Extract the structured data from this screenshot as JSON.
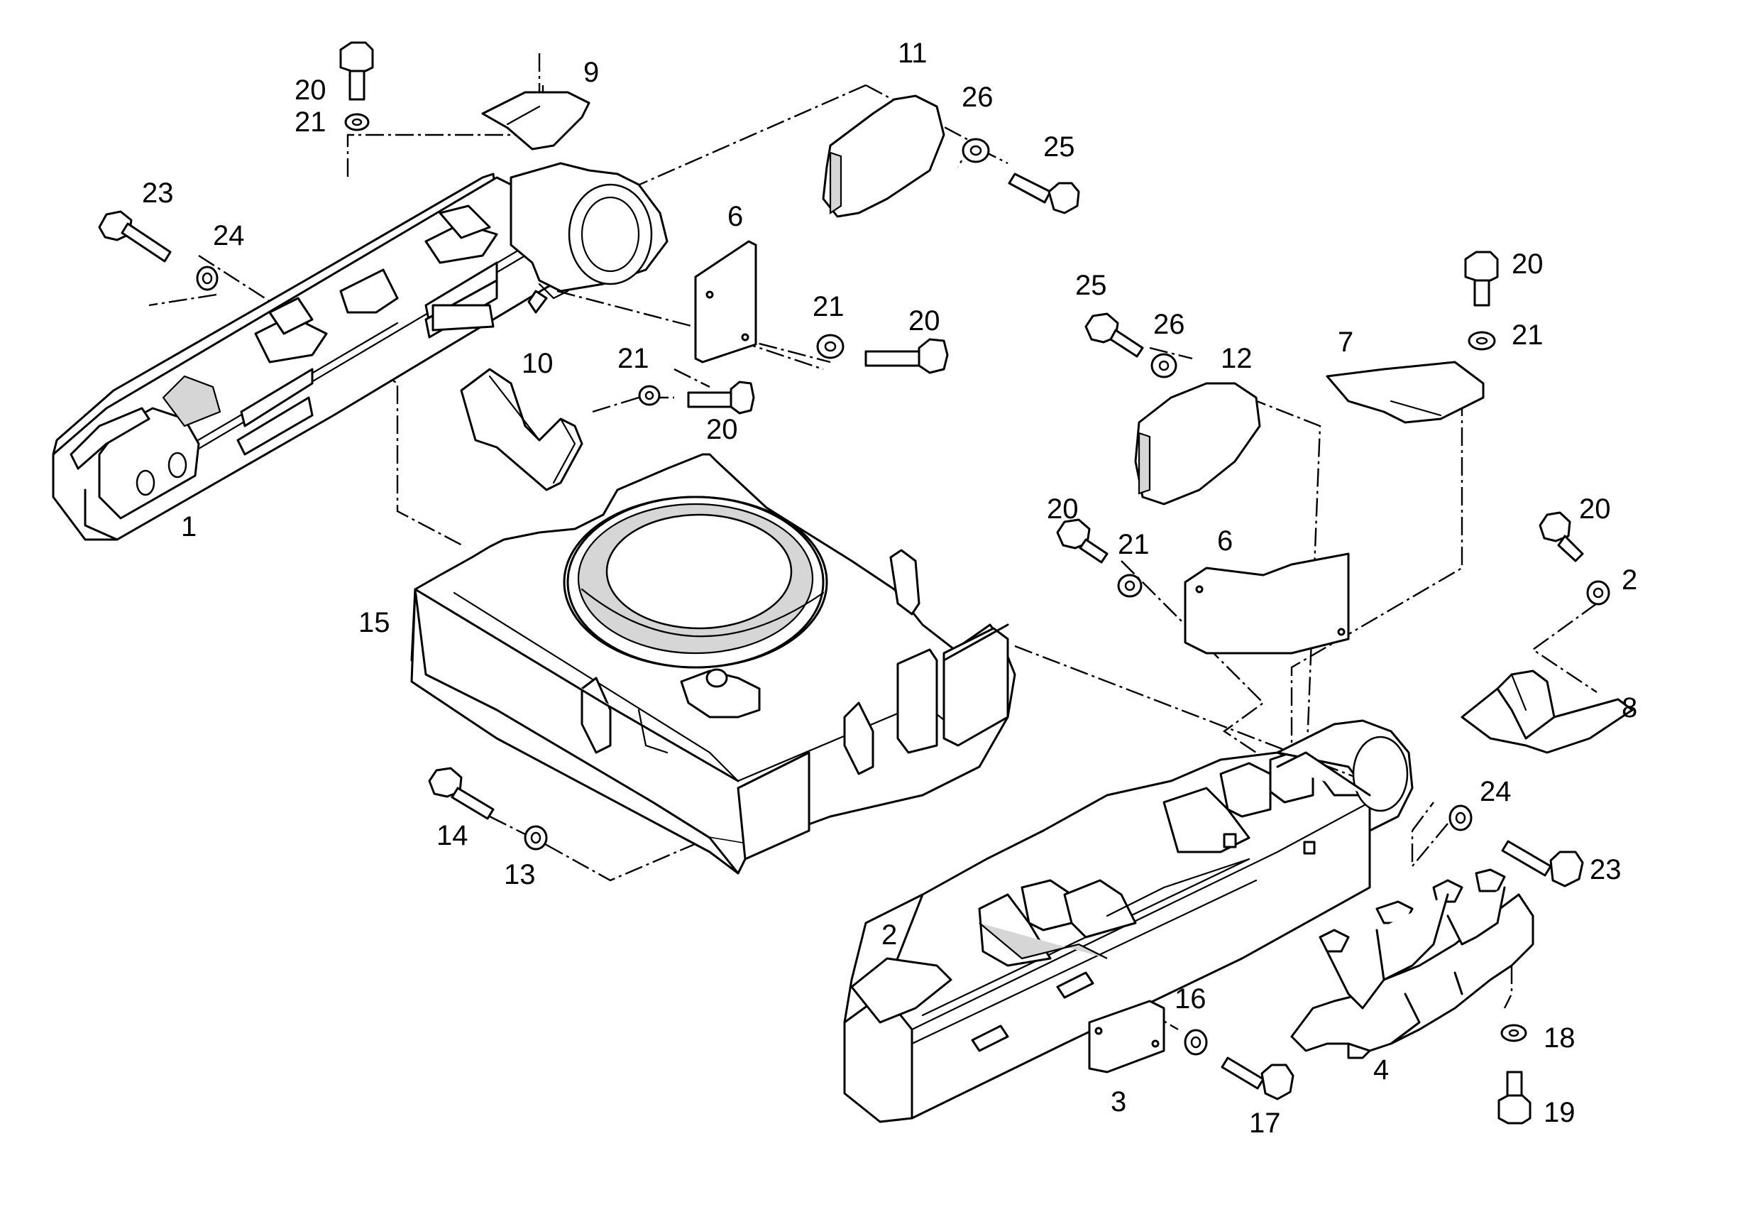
{
  "diagram": {
    "callouts": [
      {
        "id": "c-20-a",
        "text": "20"
      },
      {
        "id": "c-21-a",
        "text": "21"
      },
      {
        "id": "c-9",
        "text": "9"
      },
      {
        "id": "c-11",
        "text": "11"
      },
      {
        "id": "c-26-a",
        "text": "26"
      },
      {
        "id": "c-25-a",
        "text": "25"
      },
      {
        "id": "c-23-a",
        "text": "23"
      },
      {
        "id": "c-24-a",
        "text": "24"
      },
      {
        "id": "c-6-a",
        "text": "6"
      },
      {
        "id": "c-21-b",
        "text": "21"
      },
      {
        "id": "c-20-b",
        "text": "20"
      },
      {
        "id": "c-10",
        "text": "10"
      },
      {
        "id": "c-21-c",
        "text": "21"
      },
      {
        "id": "c-20-c",
        "text": "20"
      },
      {
        "id": "c-1",
        "text": "1"
      },
      {
        "id": "c-20-d",
        "text": "20"
      },
      {
        "id": "c-21-d",
        "text": "21"
      },
      {
        "id": "c-25-b",
        "text": "25"
      },
      {
        "id": "c-26-b",
        "text": "26"
      },
      {
        "id": "c-12",
        "text": "12"
      },
      {
        "id": "c-7",
        "text": "7"
      },
      {
        "id": "c-20-e",
        "text": "20"
      },
      {
        "id": "c-21-e",
        "text": "21"
      },
      {
        "id": "c-6-b",
        "text": "6"
      },
      {
        "id": "c-20-f",
        "text": "20"
      },
      {
        "id": "c-2-a",
        "text": "2"
      },
      {
        "id": "c-15",
        "text": "15"
      },
      {
        "id": "c-8",
        "text": "8"
      },
      {
        "id": "c-24-b",
        "text": "24"
      },
      {
        "id": "c-23-b",
        "text": "23"
      },
      {
        "id": "c-14",
        "text": "14"
      },
      {
        "id": "c-13",
        "text": "13"
      },
      {
        "id": "c-2-b",
        "text": "2"
      },
      {
        "id": "c-16",
        "text": "16"
      },
      {
        "id": "c-18",
        "text": "18"
      },
      {
        "id": "c-4",
        "text": "4"
      },
      {
        "id": "c-3",
        "text": "3"
      },
      {
        "id": "c-17",
        "text": "17"
      },
      {
        "id": "c-19",
        "text": "19"
      }
    ]
  }
}
